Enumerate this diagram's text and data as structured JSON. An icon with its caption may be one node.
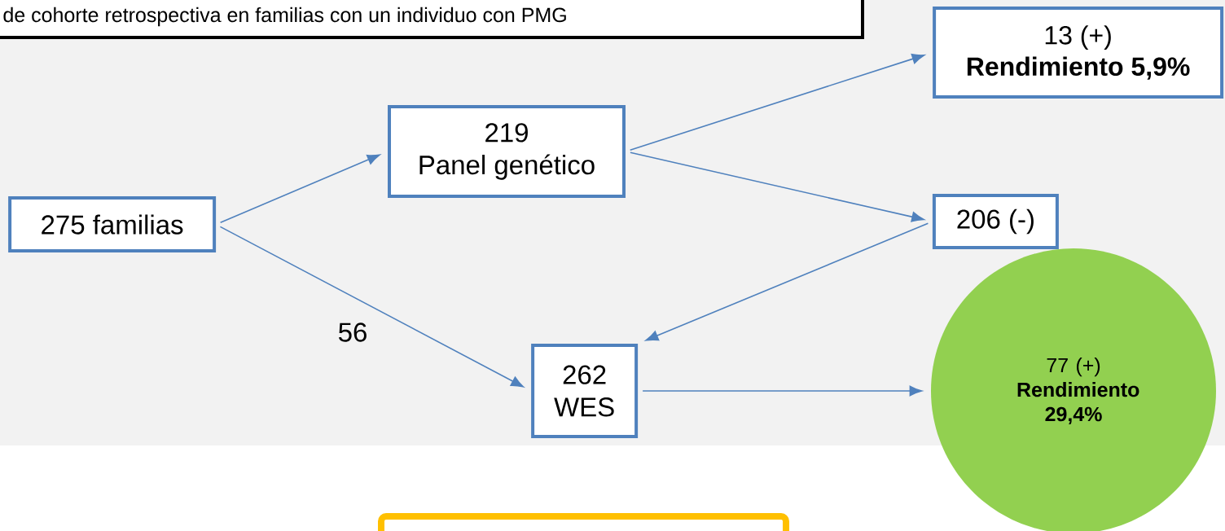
{
  "diagram": {
    "nodes": [
      {
        "text": [
          "de cohorte retrospectiva en familias con un individuo con PMG"
        ]
      },
      {
        "text": [
          "275 familias"
        ]
      },
      {
        "text": [
          "219",
          "Panel genético"
        ]
      },
      {
        "text": [
          "13 (+)",
          "Rendimiento 5,9%"
        ]
      },
      {
        "text": [
          "206 (-)"
        ]
      },
      {
        "text": [
          "262",
          "WES"
        ]
      },
      {
        "text": [
          "77 (+)",
          "Rendimiento 29,4%"
        ]
      },
      {
        "text": [],
        "shape": "box"
      }
    ],
    "edges": [
      {
        "from": 1,
        "to": 2,
        "arrow": "to"
      },
      {
        "from": 1,
        "to": 5,
        "arrow": "to",
        "label": "56"
      },
      {
        "from": 2,
        "to": 3,
        "arrow": "to"
      },
      {
        "from": 2,
        "to": 4,
        "arrow": "to"
      },
      {
        "from": 4,
        "to": 5,
        "arrow": "to"
      },
      {
        "from": 5,
        "to": 6,
        "arrow": "to"
      }
    ]
  }
}
